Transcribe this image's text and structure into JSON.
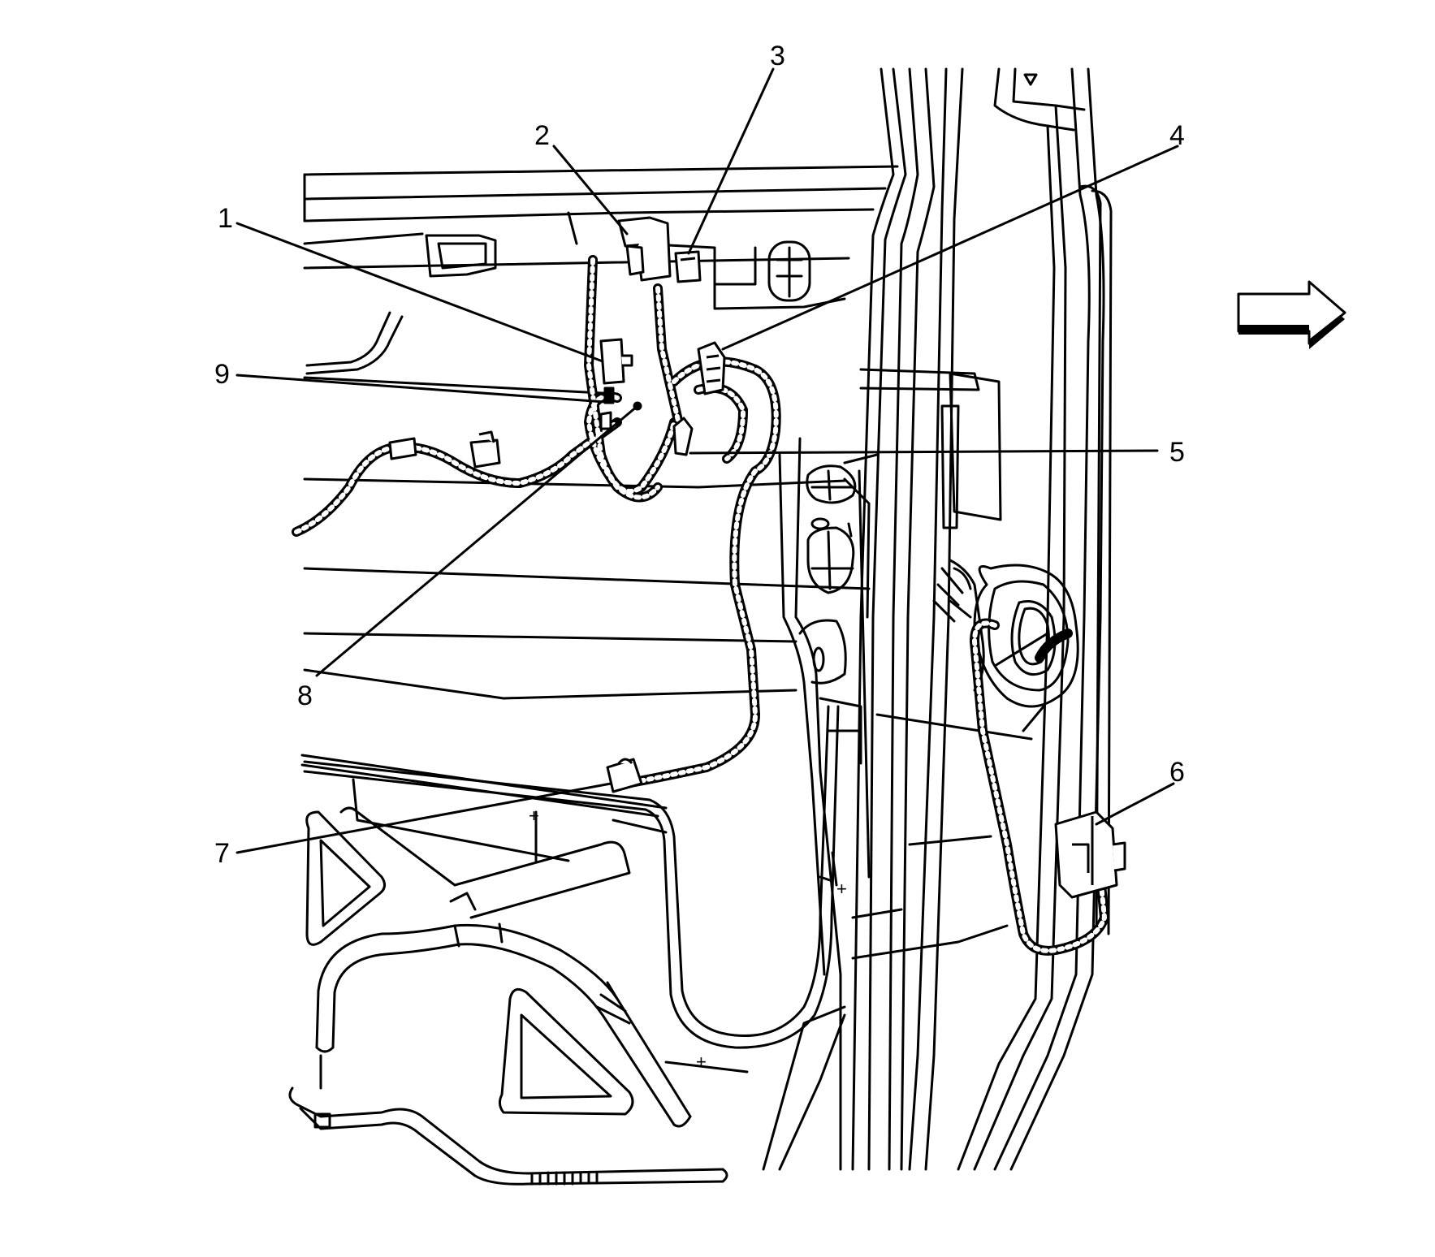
{
  "callouts": [
    {
      "id": "1",
      "label": "1"
    },
    {
      "id": "2",
      "label": "2"
    },
    {
      "id": "3",
      "label": "3"
    },
    {
      "id": "4",
      "label": "4"
    },
    {
      "id": "5",
      "label": "5"
    },
    {
      "id": "6",
      "label": "6"
    },
    {
      "id": "7",
      "label": "7"
    },
    {
      "id": "8",
      "label": "8"
    },
    {
      "id": "9",
      "label": "9"
    }
  ],
  "colors": {
    "line": "#000000",
    "background": "#ffffff"
  },
  "icons": {
    "direction_arrow": "arrow-right-icon"
  }
}
